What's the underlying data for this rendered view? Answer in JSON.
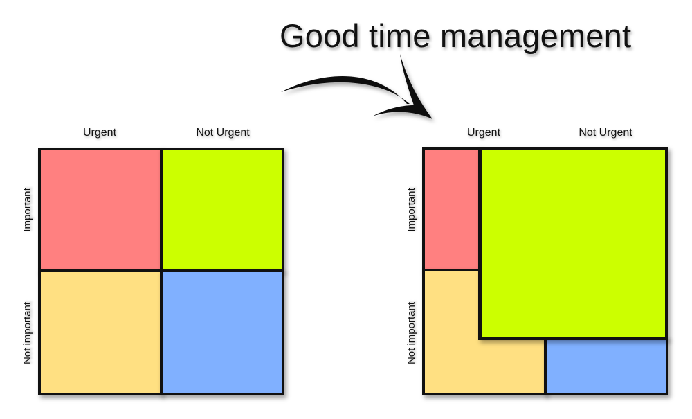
{
  "title": "Good time management",
  "columns": {
    "urgent": "Urgent",
    "not_urgent": "Not Urgent"
  },
  "rows": {
    "important": "Important",
    "not_important": "Not important"
  },
  "colors": {
    "urgent_important": "#ff8080",
    "not_urgent_important": "#ccff00",
    "urgent_not_important": "#ffe082",
    "not_urgent_not_important": "#80b0ff",
    "border": "#111111"
  }
}
